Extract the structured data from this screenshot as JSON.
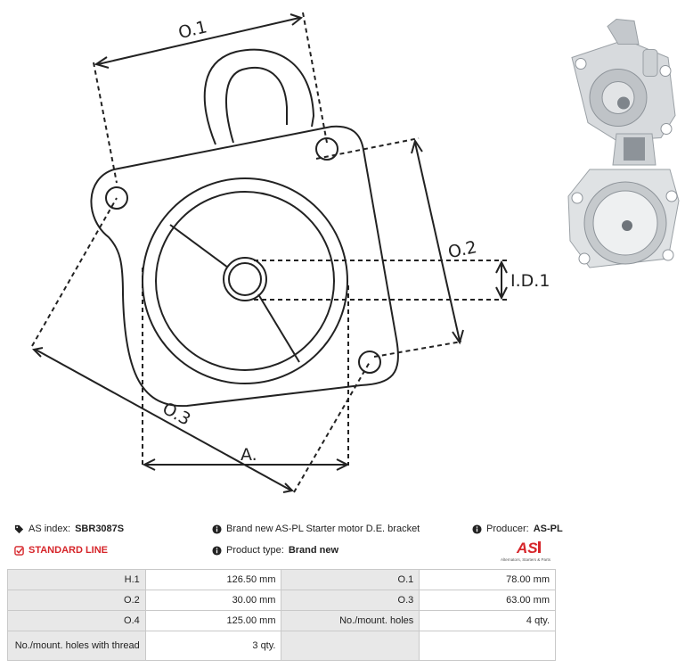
{
  "drawing": {
    "labels": {
      "o1": "O.1",
      "o2": "O.2",
      "o3": "O.3",
      "id1": "I.D.1",
      "a": "A."
    }
  },
  "info": {
    "as_index_label": "AS index:",
    "as_index_value": "SBR3087S",
    "line_label": "STANDARD LINE",
    "description": "Brand new AS-PL Starter motor D.E. bracket",
    "product_type_label": "Product type:",
    "product_type_value": "Brand new",
    "producer_label": "Producer:",
    "producer_value": "AS-PL",
    "logo_text": "AS",
    "logo_tagline": "Alternators, Starters & Parts"
  },
  "specs": [
    [
      {
        "label": "H.1",
        "value": "126.50 mm"
      },
      {
        "label": "O.1",
        "value": "78.00 mm"
      }
    ],
    [
      {
        "label": "O.2",
        "value": "30.00 mm"
      },
      {
        "label": "O.3",
        "value": "63.00 mm"
      }
    ],
    [
      {
        "label": "O.4",
        "value": "125.00 mm"
      },
      {
        "label": "No./mount. holes",
        "value": "4 qty."
      }
    ],
    [
      {
        "label": "No./mount. holes with thread",
        "value": "3 qty."
      },
      {
        "label": "",
        "value": ""
      }
    ]
  ],
  "colors": {
    "accent_red": "#d6252a",
    "table_label_bg": "#e8e8e8",
    "table_border": "#c9c9c9"
  }
}
